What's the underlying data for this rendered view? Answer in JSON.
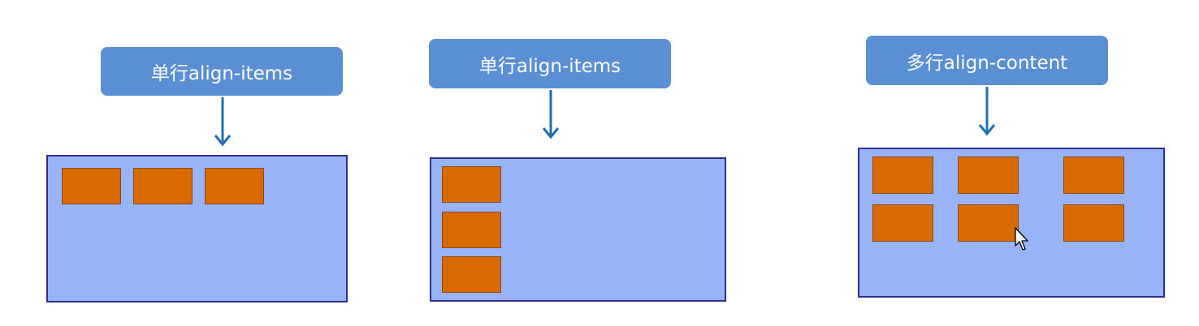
{
  "panels": [
    {
      "label": "单行align-items"
    },
    {
      "label": "单行align-items"
    },
    {
      "label": "多行align-content"
    }
  ],
  "colors": {
    "label_bg": "#5b8fd3",
    "label_text": "#ffffff",
    "arrow": "#1f6fb2",
    "container_bg": "#98b3f8",
    "container_border": "#2f2f8f",
    "item_fill": "#d96a00",
    "item_border": "#8a4a10"
  }
}
